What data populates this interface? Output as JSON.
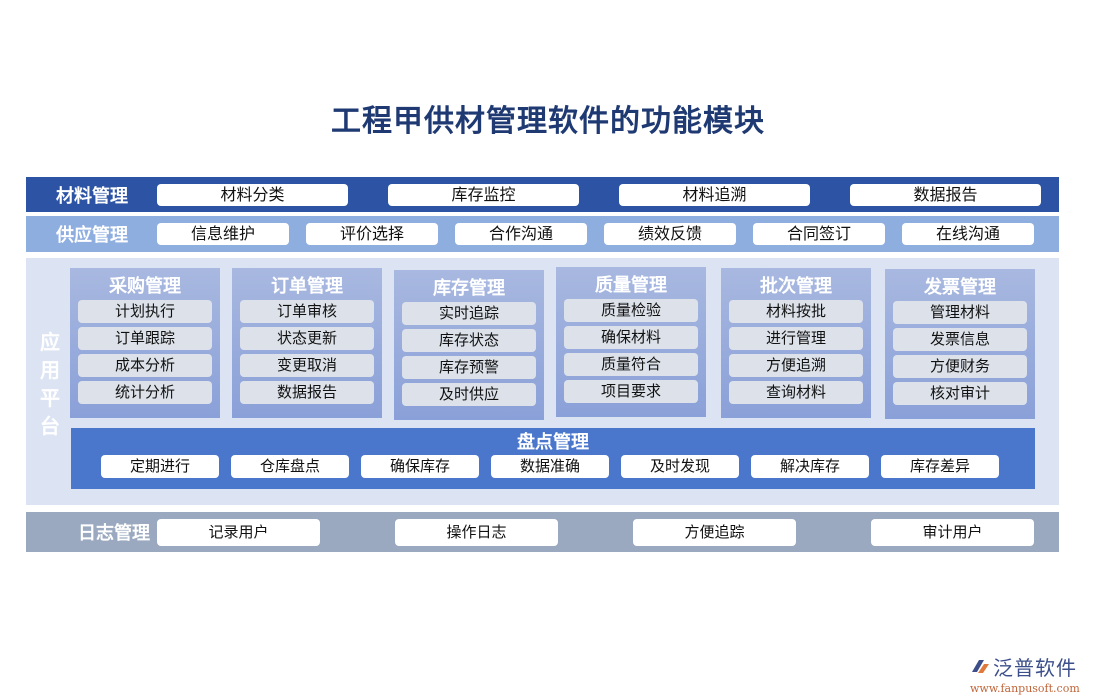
{
  "title": "工程甲供材管理软件的功能模块",
  "rows": {
    "materials": {
      "label": "材料管理",
      "items": [
        "材料分类",
        "库存监控",
        "材料追溯",
        "数据报告"
      ],
      "color": "#2d54a4"
    },
    "supply": {
      "label": "供应管理",
      "items": [
        "信息维护",
        "评价选择",
        "合作沟通",
        "绩效反馈",
        "合同签订",
        "在线沟通"
      ],
      "color": "#8faee0"
    },
    "log": {
      "label": "日志管理",
      "items": [
        "记录用户",
        "操作日志",
        "方便追踪",
        "审计用户"
      ],
      "color": "#9aa9bf"
    }
  },
  "platform": {
    "label": [
      "应",
      "用",
      "平",
      "台"
    ],
    "modules": [
      {
        "title": "采购管理",
        "items": [
          "计划执行",
          "订单跟踪",
          "成本分析",
          "统计分析"
        ]
      },
      {
        "title": "订单管理",
        "items": [
          "订单审核",
          "状态更新",
          "变更取消",
          "数据报告"
        ]
      },
      {
        "title": "库存管理",
        "items": [
          "实时追踪",
          "库存状态",
          "库存预警",
          "及时供应"
        ]
      },
      {
        "title": "质量管理",
        "items": [
          "质量检验",
          "确保材料",
          "质量符合",
          "项目要求"
        ]
      },
      {
        "title": "批次管理",
        "items": [
          "材料按批",
          "进行管理",
          "方便追溯",
          "查询材料"
        ]
      },
      {
        "title": "发票管理",
        "items": [
          "管理材料",
          "发票信息",
          "方便财务",
          "核对审计"
        ]
      }
    ],
    "inventory": {
      "title": "盘点管理",
      "items": [
        "定期进行",
        "仓库盘点",
        "确保库存",
        "数据准确",
        "及时发现",
        "解决库存",
        "库存差异"
      ]
    }
  },
  "logo": {
    "name": "泛普软件",
    "url": "www.fanpusoft.com"
  }
}
